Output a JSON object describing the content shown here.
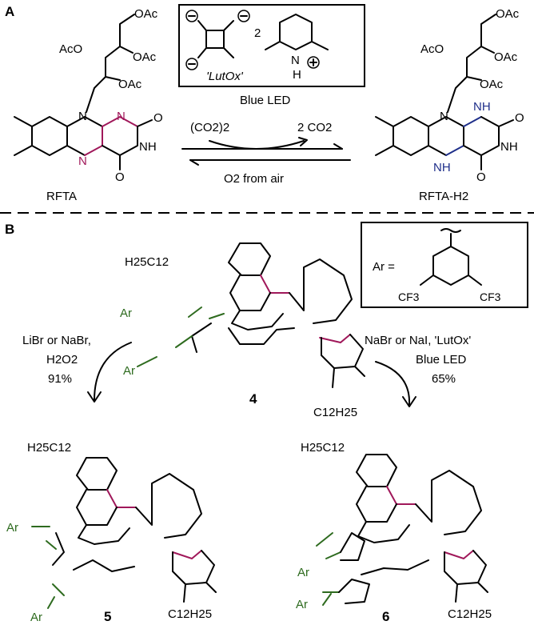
{
  "panels": {
    "a": "A",
    "b": "B"
  },
  "panel_a": {
    "reagent_box": {
      "count": "2",
      "name": "'LutOx'"
    },
    "condition_blue": "Blue LED",
    "forward_reagent": "(CO2)2",
    "forward_product": "2 CO2",
    "reverse": "O2 from air",
    "left_compound": "RFTA",
    "right_compound": "RFTA-H2",
    "acetate": "OAc",
    "acetate_left": "AcO",
    "atoms": {
      "N": "N",
      "NH": "NH",
      "O": "O",
      "H": "H"
    }
  },
  "panel_b": {
    "ar_def": "Ar =",
    "cf3": "CF3",
    "left_conditions": [
      "LiBr or NaBr,",
      "H2O2",
      "91%"
    ],
    "right_conditions": [
      "NaBr or NaI, 'LutOx'",
      "Blue LED",
      "65%"
    ],
    "alkyl_top": "H25C12",
    "alkyl_bottom": "C12H25",
    "ar": "Ar",
    "labels": {
      "c4": "4",
      "c5": "5",
      "c6": "6"
    }
  }
}
